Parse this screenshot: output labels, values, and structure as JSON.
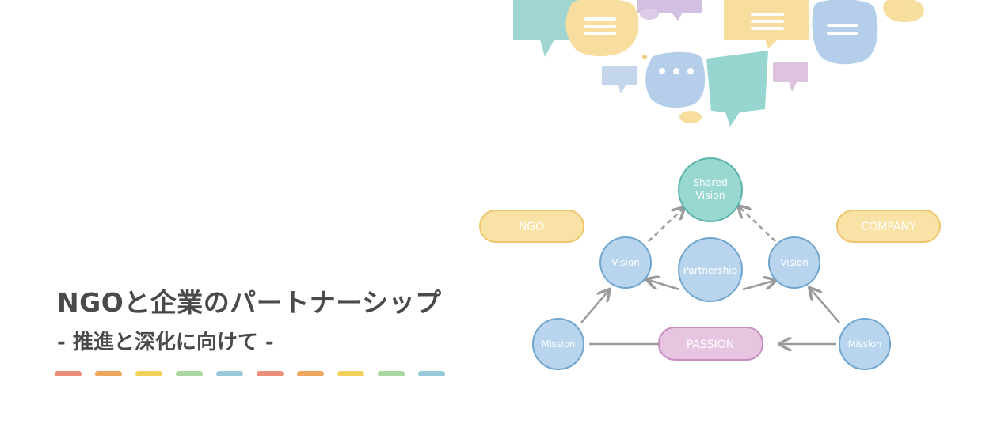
{
  "title": "NGOと企業のパートナーシップ",
  "subtitle": "- 推進と深化に向けて -",
  "dash_colors": [
    "#ec8e7a",
    "#eea55c",
    "#f1d15b",
    "#a9d79f",
    "#97c9d8",
    "#ec8e7a",
    "#eea55c",
    "#f1d15b",
    "#a9d79f",
    "#97c9d8"
  ],
  "diagram": {
    "ngo_label": "NGO",
    "company_label": "COMPANY",
    "shared_vision": [
      "Shared",
      "Vision"
    ],
    "vision_left": "Vision",
    "vision_right": "Vision",
    "partnership": "Partnership",
    "mission_left": "Mission",
    "mission_right": "Mission",
    "passion": "PASSION"
  },
  "colors": {
    "circle_blue_fill": "#b9d5ee",
    "circle_blue_stroke": "#6fa6cf",
    "circle_teal_fill": "#98d8d0",
    "circle_teal_stroke": "#5bb3ac",
    "tag_yellow_fill": "#f8e2a6",
    "tag_yellow_stroke": "#eec56a",
    "tag_pink_fill": "#e7c5e0",
    "tag_pink_stroke": "#c78fbf",
    "arrow": "#9a9a9a"
  },
  "icons": [
    "speech-bubble-icons"
  ]
}
